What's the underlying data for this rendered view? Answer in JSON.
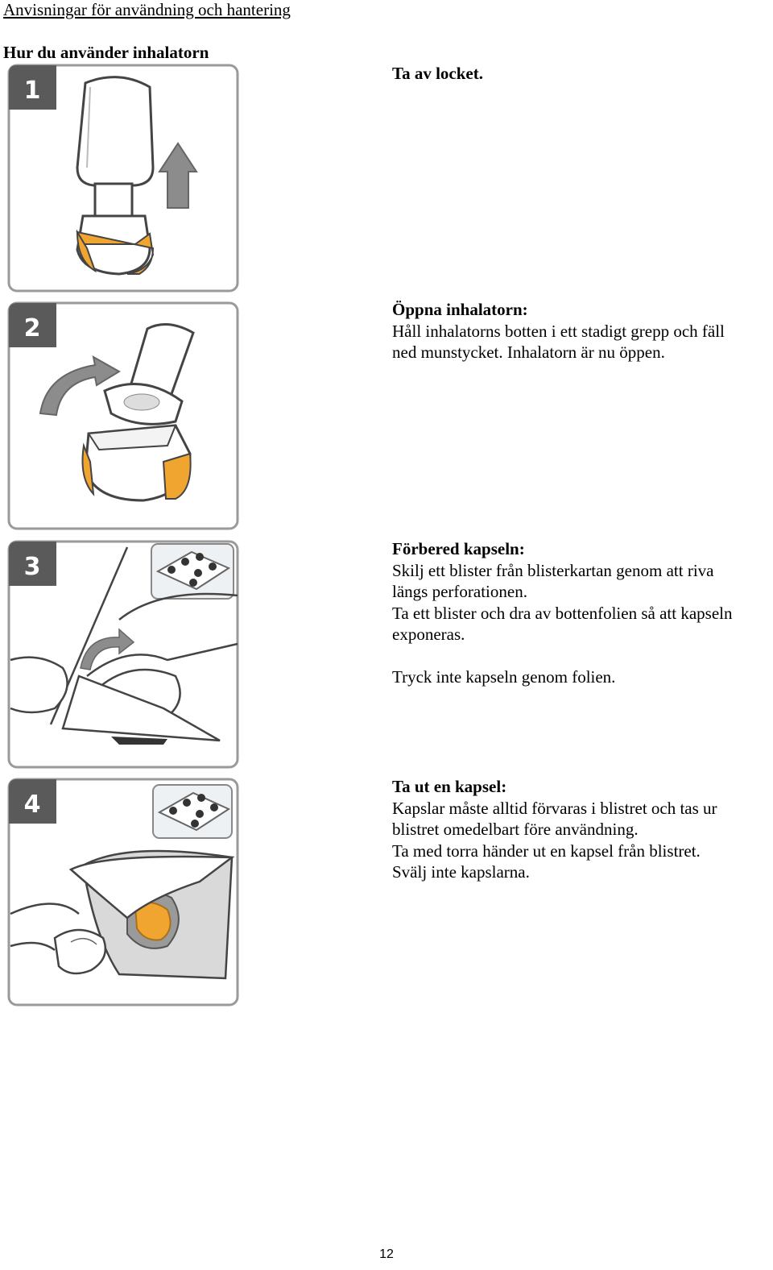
{
  "header": {
    "text": "Anvisningar för användning och hantering"
  },
  "section": {
    "title": "Hur du använder inhalatorn"
  },
  "steps": [
    {
      "number": "1",
      "title": "Ta av locket.",
      "lines": []
    },
    {
      "number": "2",
      "title": "Öppna inhalatorn:",
      "lines": [
        "Håll inhalatorns botten i ett stadigt grepp och fäll",
        "ned munstycket. Inhalatorn är nu öppen."
      ]
    },
    {
      "number": "3",
      "title": "Förbered kapseln:",
      "lines": [
        "Skilj ett blister från blisterkartan genom att riva",
        "längs perforationen.",
        "Ta ett blister och dra av bottenfolien så att kapseln",
        "exponeras."
      ],
      "note": "Tryck inte kapseln genom folien."
    },
    {
      "number": "4",
      "title": "Ta ut en kapsel:",
      "lines": [
        "Kapslar måste alltid förvaras i blistret och tas ur",
        "blistret omedelbart före användning.",
        "Ta med torra händer ut en kapsel från blistret.",
        "Svälj inte kapslarna."
      ]
    }
  ],
  "footer": {
    "page_number": "12"
  },
  "colors": {
    "badge": "#5a5a5a",
    "accent_orange": "#f0a531",
    "panel_border": "#9a9a9a",
    "arrow_gray": "#8c8c8c"
  }
}
